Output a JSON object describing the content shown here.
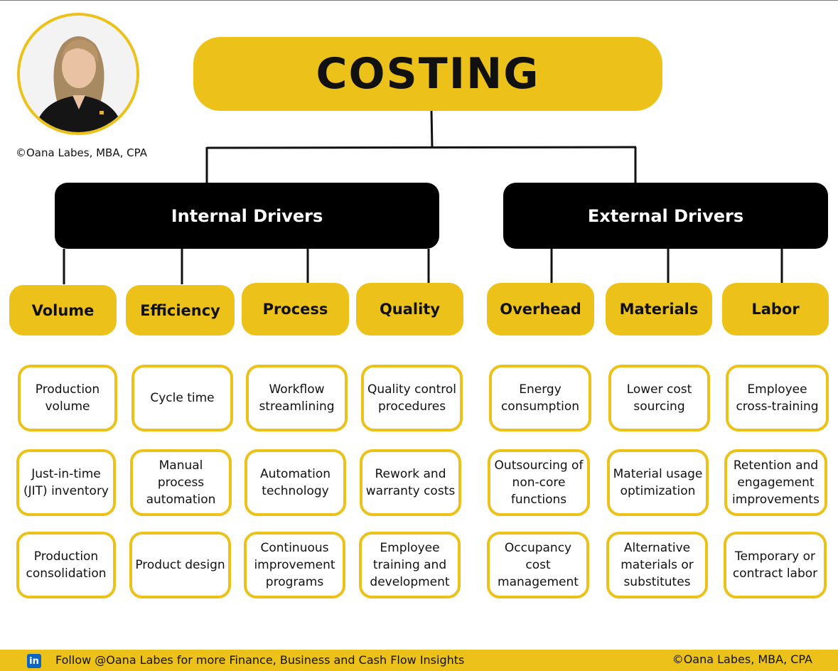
{
  "title": "COSTING",
  "credit_top": "©Oana Labes, MBA, CPA",
  "groups": [
    {
      "label": "Internal Drivers",
      "categories": [
        {
          "label": "Volume",
          "items": [
            "Production volume",
            "Just-in-time (JIT) inventory",
            "Production consolidation"
          ]
        },
        {
          "label": "Efficiency",
          "items": [
            "Cycle time",
            "Manual process automation",
            "Product design"
          ]
        },
        {
          "label": "Process",
          "items": [
            "Workflow streamlining",
            "Automation technology",
            "Continuous improvement programs"
          ]
        },
        {
          "label": "Quality",
          "items": [
            "Quality control procedures",
            "Rework and warranty costs",
            "Employee training and development"
          ]
        }
      ]
    },
    {
      "label": "External Drivers",
      "categories": [
        {
          "label": "Overhead",
          "items": [
            "Energy consumption",
            "Outsourcing of non-core functions",
            "Occupancy cost management"
          ]
        },
        {
          "label": "Materials",
          "items": [
            "Lower cost sourcing",
            "Material usage optimization",
            "Alternative materials or substitutes"
          ]
        },
        {
          "label": "Labor",
          "items": [
            "Employee cross-training",
            "Retention and engagement improvements",
            "Temporary or contract labor"
          ]
        }
      ]
    }
  ],
  "footer": {
    "icon": "linkedin-icon",
    "text": "Follow @Oana Labes for more Finance, Business and Cash Flow Insights",
    "credit": "©Oana Labes, MBA, CPA"
  },
  "colors": {
    "accent": "#ecc21a",
    "dark": "#000000",
    "linkedin": "#0a66c2"
  }
}
